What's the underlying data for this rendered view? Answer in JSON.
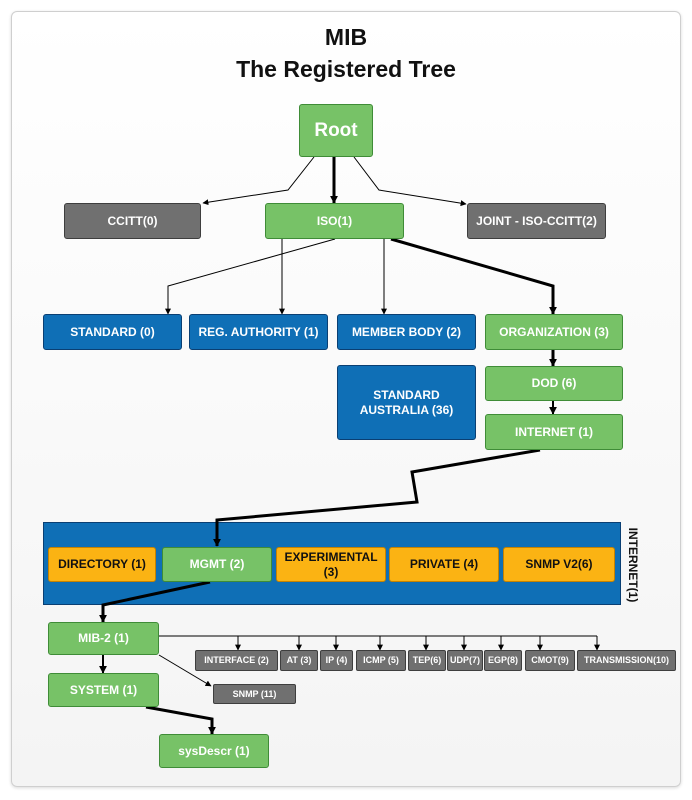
{
  "title": {
    "line1": "MIB",
    "line2": "The Registered Tree"
  },
  "nodes": {
    "root": "Root",
    "ccitt": "CCITT(0)",
    "iso": "ISO(1)",
    "joint": "JOINT - ISO-CCITT(2)",
    "standard": "STANDARD (0)",
    "reg_authority": "REG. AUTHORITY (1)",
    "member_body": "MEMBER BODY (2)",
    "organization": "ORGANIZATION (3)",
    "standard_australia": "STANDARD AUSTRALIA (36)",
    "dod": "DOD (6)",
    "internet": "INTERNET (1)",
    "directory": "DIRECTORY (1)",
    "mgmt": "MGMT (2)",
    "experimental": "EXPERIMENTAL (3)",
    "private": "PRIVATE (4)",
    "snmpv2": "SNMP V2(6)",
    "mib2": "MIB-2 (1)",
    "system": "SYSTEM (1)",
    "sysdescr": "sysDescr (1)",
    "snmp": "SNMP (11)",
    "interface": "INTERFACE (2)",
    "at": "AT (3)",
    "ip": "IP (4)",
    "icmp": "ICMP (5)",
    "tep": "TEP(6)",
    "udp": "UDP(7)",
    "egp": "EGP(8)",
    "cmot": "CMOT(9)",
    "transmission": "TRANSMISSION(10)"
  },
  "internet_panel_label": "INTERNET(1)",
  "colors": {
    "green": "#77c267",
    "gray": "#707070",
    "blue": "#0f6fb6",
    "orange": "#fbb313"
  }
}
